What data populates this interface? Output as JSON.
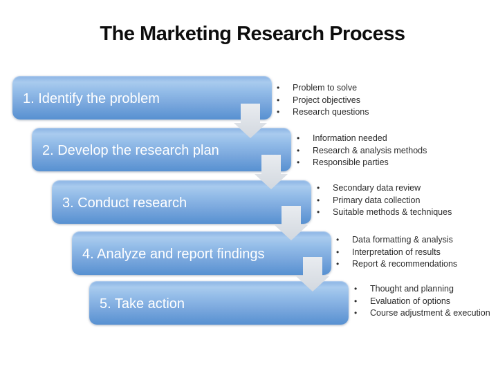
{
  "title": "The Marketing Research Process",
  "colors": {
    "background": "#ffffff",
    "title-text": "#0d0d0d",
    "box-top": "#8ab3e4",
    "box-light": "#a9cbee",
    "box-upper": "#93bce8",
    "box-mid": "#7ca9de",
    "box-bottom": "#5791d1",
    "box-text": "#ffffff",
    "arrow-top": "#e9ecf0",
    "arrow-bottom": "#d2d8df",
    "bullet-text": "#2b2b2b"
  },
  "steps": [
    {
      "label": "1. Identify the problem",
      "bullets": [
        "Problem to solve",
        "Project objectives",
        "Research questions"
      ]
    },
    {
      "label": "2. Develop the research plan",
      "bullets": [
        "Information needed",
        "Research & analysis methods",
        "Responsible parties"
      ]
    },
    {
      "label": "3. Conduct research",
      "bullets": [
        "Secondary data review",
        "Primary data collection",
        "Suitable methods & techniques"
      ]
    },
    {
      "label": "4. Analyze and report findings",
      "bullets": [
        "Data formatting & analysis",
        "Interpretation of results",
        "Report & recommendations"
      ]
    },
    {
      "label": "5. Take action",
      "bullets": [
        "Thought and planning",
        "Evaluation of options",
        "Course adjustment & execution"
      ]
    }
  ]
}
